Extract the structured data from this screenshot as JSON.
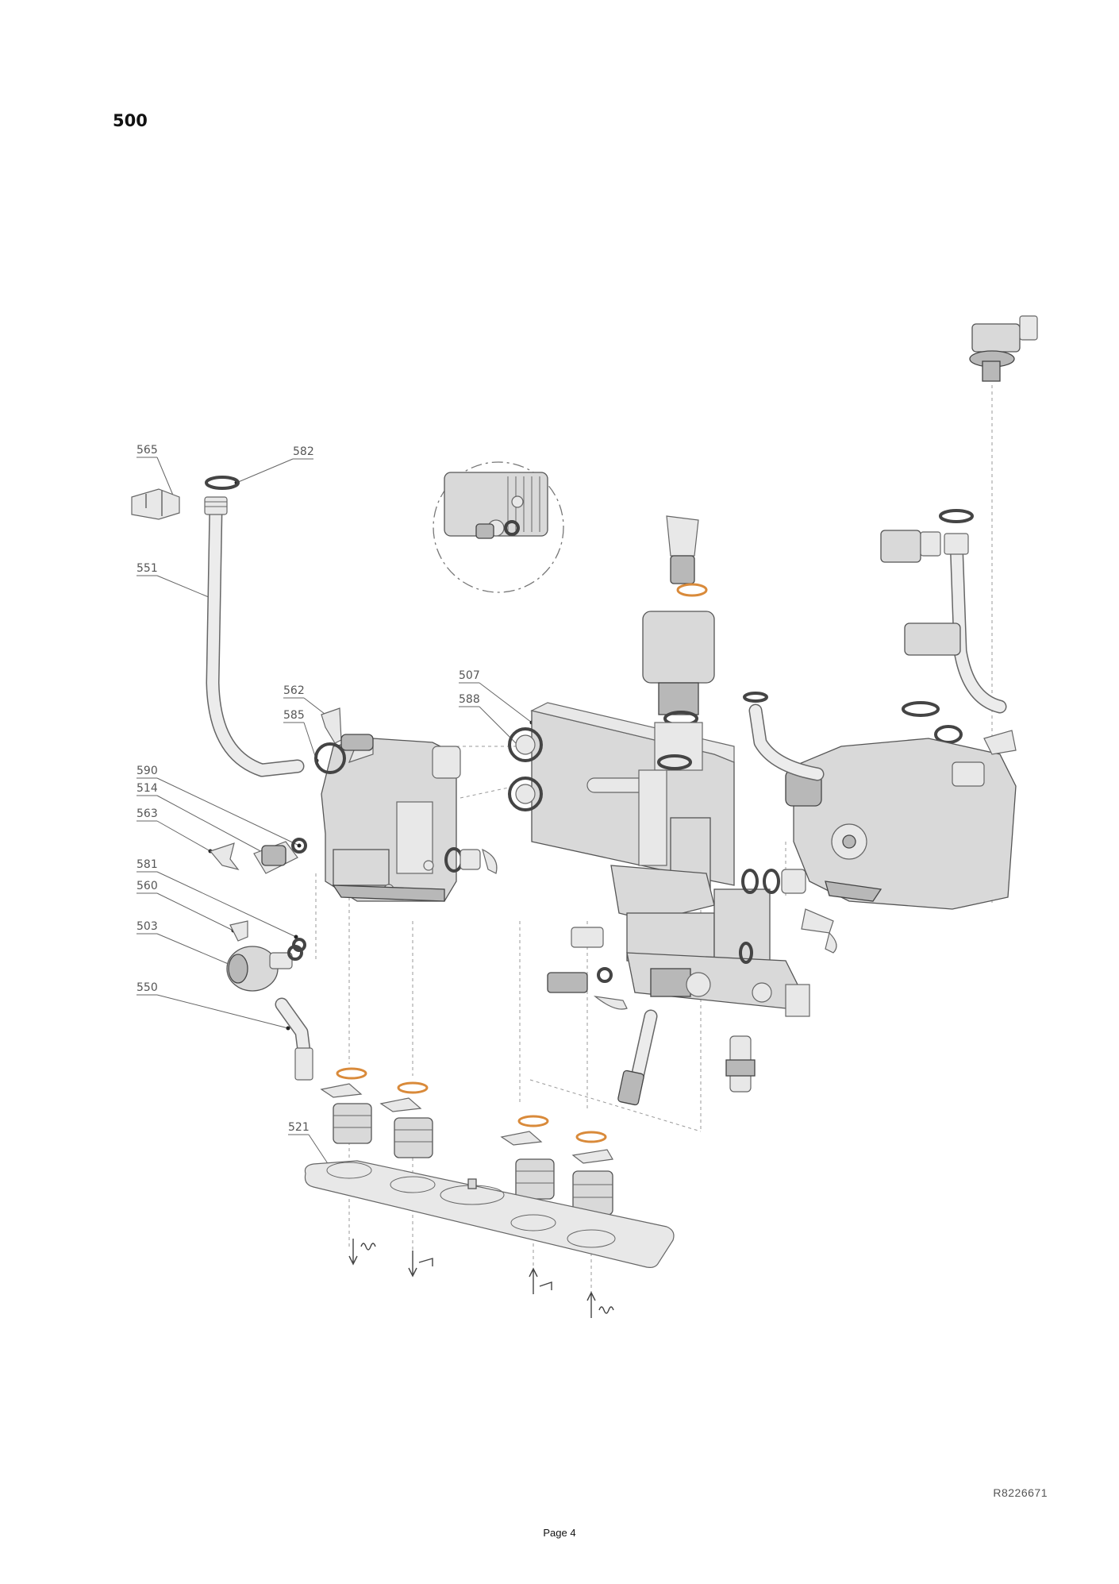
{
  "header": {
    "section": "500"
  },
  "callouts": [
    {
      "id": "565",
      "label": "565"
    },
    {
      "id": "582",
      "label": "582"
    },
    {
      "id": "551",
      "label": "551"
    },
    {
      "id": "562",
      "label": "562"
    },
    {
      "id": "585",
      "label": "585"
    },
    {
      "id": "590",
      "label": "590"
    },
    {
      "id": "514",
      "label": "514"
    },
    {
      "id": "563",
      "label": "563"
    },
    {
      "id": "581",
      "label": "581"
    },
    {
      "id": "560",
      "label": "560"
    },
    {
      "id": "503",
      "label": "503"
    },
    {
      "id": "550",
      "label": "550"
    },
    {
      "id": "507",
      "label": "507"
    },
    {
      "id": "588",
      "label": "588"
    },
    {
      "id": "521",
      "label": "521"
    }
  ],
  "footer": {
    "reference": "R8226671",
    "page": "Page 4"
  }
}
